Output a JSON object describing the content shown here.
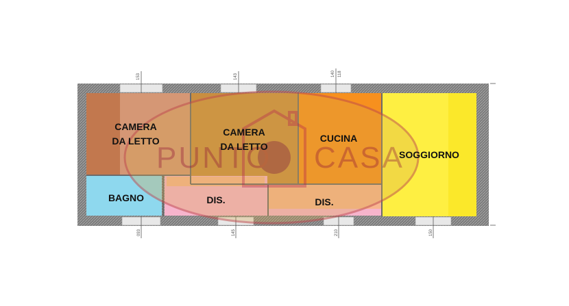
{
  "rooms": {
    "camera1": {
      "line1": "CAMERA",
      "line2": "DA LETTO",
      "color": "#c2784e"
    },
    "camera2": {
      "line1": "CAMERA",
      "line2": "DA LETTO",
      "color": "#c98e40"
    },
    "cucina": {
      "label": "CUCINA",
      "color": "#f7901e"
    },
    "soggiorno": {
      "label": "SOGGIORNO",
      "color": "#fbe82a"
    },
    "bagno": {
      "label": "BAGNO",
      "color": "#8ed8ee"
    },
    "dis1": {
      "label": "DIS.",
      "color": "#f6b4cc"
    },
    "dis2": {
      "label": "DIS.",
      "color": "#f8b590"
    }
  },
  "watermark": {
    "word1": "PUNTO",
    "word2": "CASA",
    "color": "#c0504d"
  },
  "dimensions": {
    "top": [
      "153",
      "143",
      "140",
      "118"
    ],
    "bottom": [
      "093",
      "145",
      "210",
      "150"
    ]
  }
}
